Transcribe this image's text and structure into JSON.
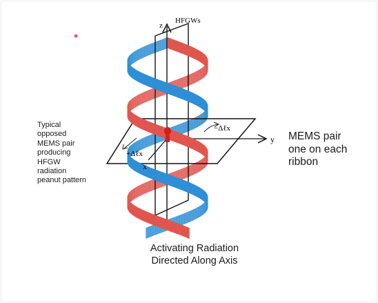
{
  "labels": {
    "z_axis": "z",
    "y_axis": "y",
    "x_axis": "x",
    "top_label": "HFGWs",
    "delta_upper": "−Δℓx",
    "delta_lower": "+Δℓx"
  },
  "left_note": {
    "lines": [
      "Typical",
      "opposed",
      "MEMS pair",
      "producing",
      "HFGW",
      "radiation",
      "peanut pattern"
    ]
  },
  "right_note": {
    "lines": [
      "MEMS pair",
      "one on each",
      "ribbon"
    ]
  },
  "bottom_caption": {
    "lines": [
      "Activating Radiation",
      "Directed Along Axis"
    ]
  },
  "colors": {
    "red_ribbon": "#e0564f",
    "blue_ribbon": "#2f8fd6",
    "lines": "#111111",
    "center_marker": "#d41e1e"
  }
}
